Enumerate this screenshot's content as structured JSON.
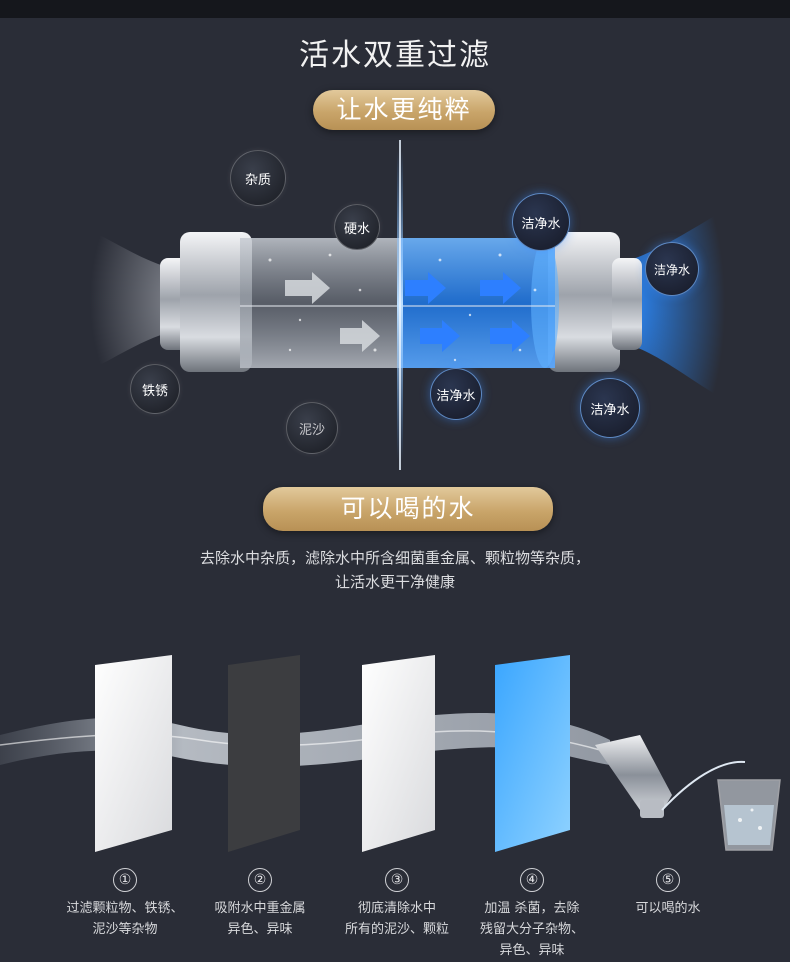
{
  "header": {
    "title": "活水双重过滤",
    "subtitle_pill": "让水更纯粹"
  },
  "diagram": {
    "bubbles": [
      {
        "label": "杂质"
      },
      {
        "label": "硬水"
      },
      {
        "label": "铁锈"
      },
      {
        "label": "泥沙"
      },
      {
        "label": "洁净水"
      },
      {
        "label": "洁净水"
      },
      {
        "label": "洁净水"
      },
      {
        "label": "洁净水"
      }
    ]
  },
  "section2": {
    "pill": "可以喝的水",
    "desc_line1": "去除水中杂质，滤除水中所含细菌重金属、颗粒物等杂质，",
    "desc_line2": "让活水更干净健康"
  },
  "colors": {
    "background": "#2a2d37",
    "gold_pill": "#c9a56a",
    "clean_blue": "#2e8cff",
    "filter_white": "#f2f2f2",
    "filter_carbon": "#3a3a3a",
    "filter_blue": "#4fb6ff"
  },
  "steps": [
    {
      "num": "①",
      "line1": "过滤颗粒物、铁锈、",
      "line2": "泥沙等杂物",
      "line3": ""
    },
    {
      "num": "②",
      "line1": "吸附水中重金属",
      "line2": "异色、异味",
      "line3": ""
    },
    {
      "num": "③",
      "line1": "彻底清除水中",
      "line2": "所有的泥沙、颗粒",
      "line3": ""
    },
    {
      "num": "④",
      "line1": "加温 杀菌，去除",
      "line2": "残留大分子杂物、",
      "line3": "异色、异味"
    },
    {
      "num": "⑤",
      "line1": "可以喝的水",
      "line2": "",
      "line3": ""
    }
  ]
}
